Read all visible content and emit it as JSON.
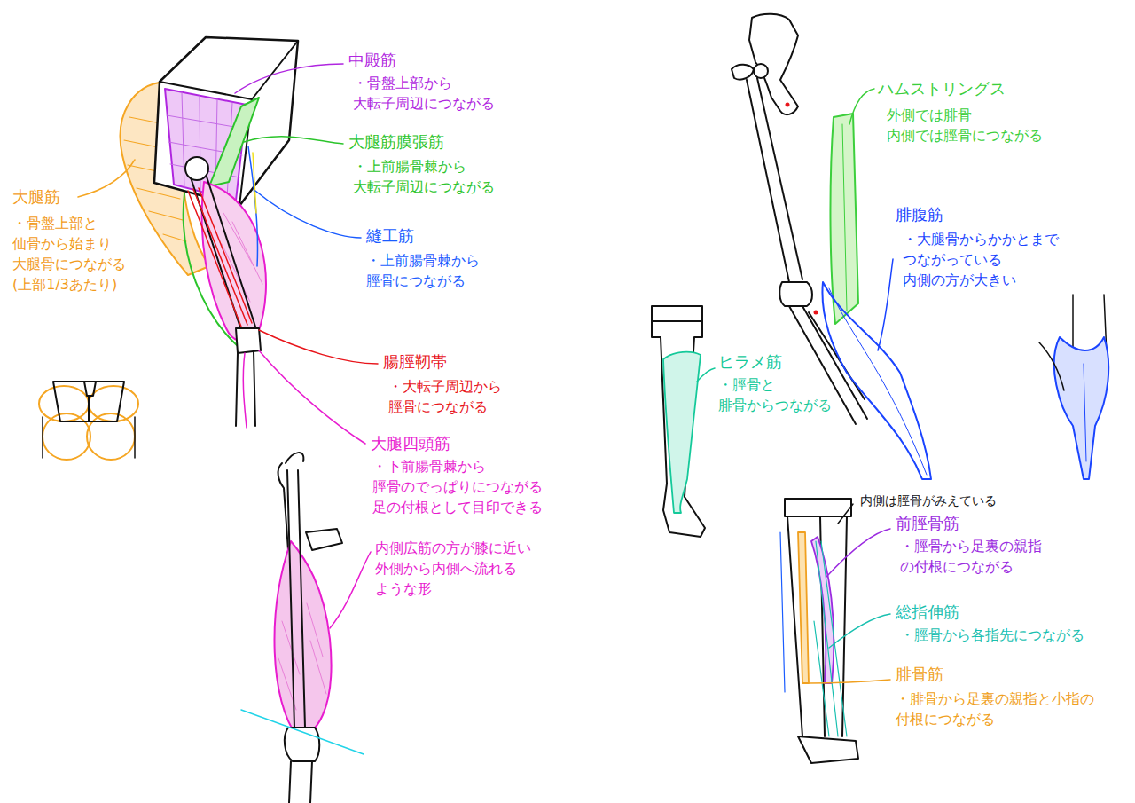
{
  "diagram": {
    "labels": [
      "中殿筋",
      "・骨盤上部から 大転子周辺につながる",
      "大腿筋膜張筋",
      "・上前腸骨棘から 大転子周辺につながる",
      "縫工筋",
      "・上前腸骨棘から 脛骨につながる",
      "大腿筋",
      "・骨盤上部と 仙骨から始まり 大腿骨につながる (上部1/3あたり)",
      "腸脛靭帯",
      "・大転子周辺から 脛骨につながる",
      "大腿四頭筋",
      "・下前腸骨棘から 脛骨のでっぱりにつながる 足の付根として目印できる",
      "内側広筋の方が膝に近い 外側から内側へ流れる ような形",
      "ハムストリングス",
      "外側では腓骨 内側では脛骨につながる",
      "腓腹筋",
      "・大腿骨からかかとまで つながっている 内側の方が大きい",
      "ヒラメ筋",
      "・脛骨と 腓骨からつながる",
      "内側は脛骨がみえている",
      "前脛骨筋",
      "・脛骨から足裏の親指 の付根につながる",
      "総指伸筋",
      "・脛骨から各指先につながる",
      "腓骨筋",
      "・腓骨から足裏の親指と小指の 付根につながる"
    ]
  }
}
